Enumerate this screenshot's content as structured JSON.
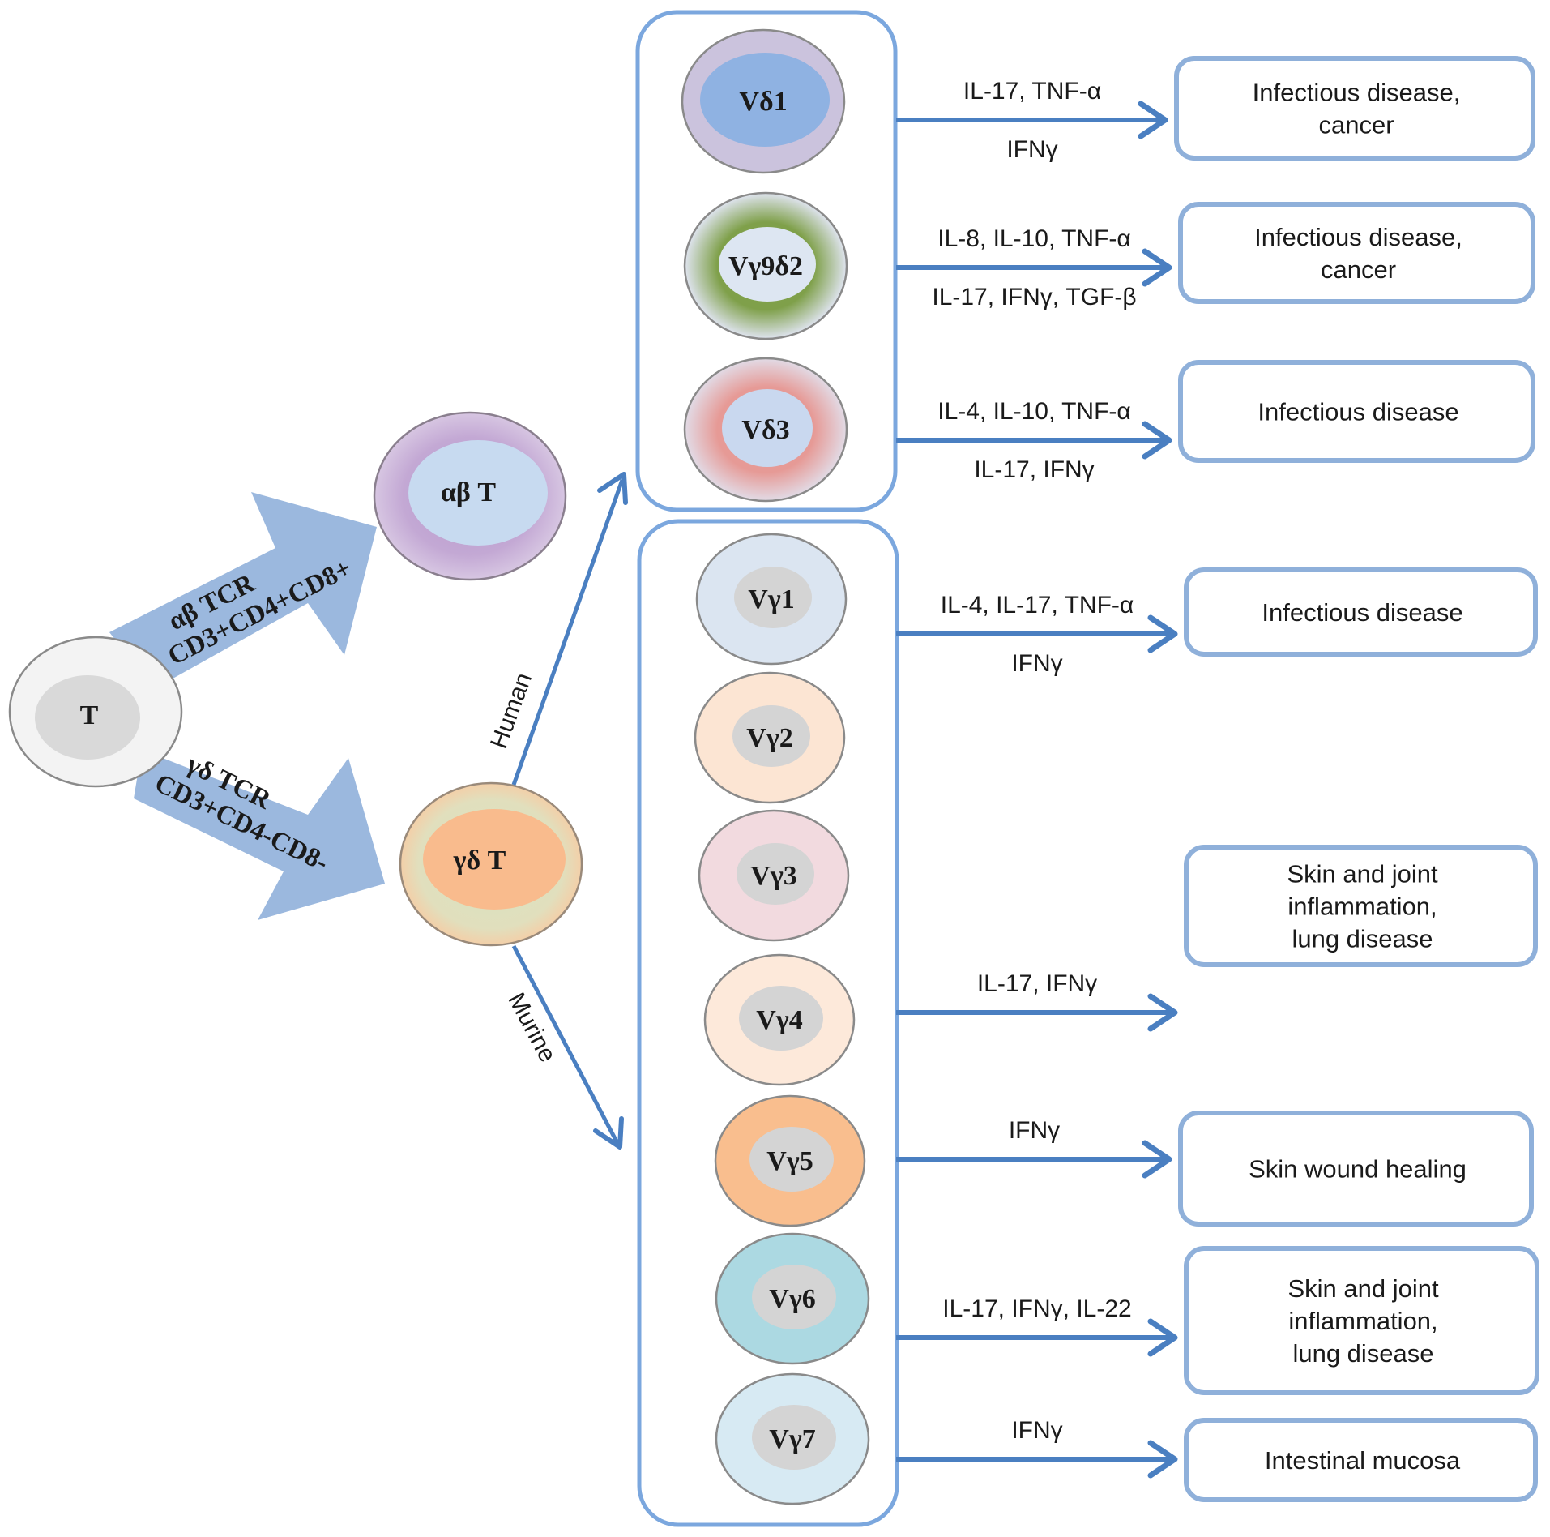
{
  "root_cell": {
    "label": "T"
  },
  "branches": [
    {
      "id": "ab",
      "line1": "αβ TCR",
      "line2": "CD3+CD4+CD8+",
      "target_label": "αβ T"
    },
    {
      "id": "gd",
      "line1": "γδ TCR",
      "line2": "CD3+CD4-CD8-",
      "target_label": "γδ T"
    }
  ],
  "species": {
    "human": "Human",
    "murine": "Murine"
  },
  "human_subsets": [
    {
      "label": "Vδ1",
      "cytokines_above": "IL-17, TNF-α",
      "cytokines_below": "IFNγ",
      "outcome": [
        "Infectious disease,",
        "cancer"
      ],
      "ring_color": "#cbc3dd",
      "core_color": "#8fb2e2"
    },
    {
      "label": "Vγ9δ2",
      "cytokines_above": "IL-8, IL-10, TNF-α",
      "cytokines_below": "IL-17, IFNγ, TGF-β",
      "outcome": [
        "Infectious disease,",
        "cancer"
      ],
      "ring_color": "#7fa04a",
      "core_color": "#dde6f2"
    },
    {
      "label": "Vδ3",
      "cytokines_above": "IL-4, IL-10, TNF-α",
      "cytokines_below": "IL-17, IFNγ",
      "outcome": [
        "Infectious disease"
      ],
      "ring_color": "#e69a96",
      "core_color": "#c9d8ef"
    }
  ],
  "murine_subsets": [
    {
      "label": "Vγ1",
      "cytokines_above": "IL-4, IL-17, TNF-α",
      "cytokines_below": "IFNγ",
      "outcome": [
        "Infectious disease"
      ],
      "ring_color": "#dbe5f1",
      "core_color": "#d4d4d4"
    },
    {
      "label": "Vγ2",
      "cytokines_above": "",
      "cytokines_below": "",
      "outcome": [],
      "ring_color": "#fce5d3",
      "core_color": "#d4d4d4"
    },
    {
      "label": "Vγ3",
      "cytokines_above": "",
      "cytokines_below": "",
      "outcome": [],
      "ring_color": "#f2dadf",
      "core_color": "#d4d4d4"
    },
    {
      "label": "Vγ4",
      "cytokines_above": "IL-17, IFNγ",
      "cytokines_below": "",
      "outcome": [
        "Skin and joint",
        "inflammation,",
        "lung disease"
      ],
      "ring_color": "#fde9da",
      "core_color": "#d4d4d4"
    },
    {
      "label": "Vγ5",
      "cytokines_above": "IFNγ",
      "cytokines_below": "",
      "outcome": [
        "Skin wound healing"
      ],
      "ring_color": "#f9be8e",
      "core_color": "#d4d4d4"
    },
    {
      "label": "Vγ6",
      "cytokines_above": "IL-17, IFNγ, IL-22",
      "cytokines_below": "",
      "outcome": [
        "Skin and joint",
        "inflammation,",
        "lung disease"
      ],
      "ring_color": "#acd9e2",
      "core_color": "#d4d4d4"
    },
    {
      "label": "Vγ7",
      "cytokines_above": "IFNγ",
      "cytokines_below": "",
      "outcome": [
        "Intestinal mucosa"
      ],
      "ring_color": "#d7eaf3",
      "core_color": "#d4d4d4"
    }
  ],
  "colors": {
    "arrow_blue": "#4a7fc1",
    "box_border": "#8fb0da",
    "group_border": "#7ba7de",
    "big_arrow_fill": "#9bb8de",
    "root_ring": "#f3f3f3",
    "root_core": "#d9d9d9",
    "ab_ring": "#c8b0d8",
    "ab_core": "#c7daf0",
    "gd_ring": "#dfe0c0",
    "gd_core": "#f9bb8d"
  }
}
